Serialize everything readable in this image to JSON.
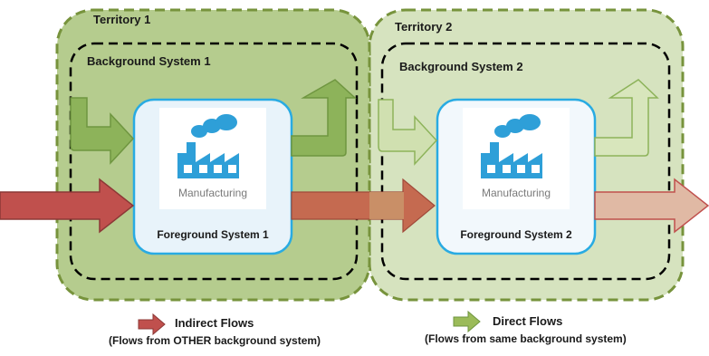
{
  "territories": [
    {
      "label": "Territory 1",
      "background_label": "Background System 1",
      "foreground_label": "Foreground System 1",
      "factory_label": "Manufacturing"
    },
    {
      "label": "Territory 2",
      "background_label": "Background System 2",
      "foreground_label": "Foreground System 2",
      "factory_label": "Manufacturing"
    }
  ],
  "legend": {
    "indirect": {
      "title": "Indirect Flows",
      "subtitle": "(Flows from OTHER background system)"
    },
    "direct": {
      "title": "Direct Flows",
      "subtitle": "(Flows from same background system)"
    }
  },
  "colors": {
    "territory1_fill": "#b5cc8e",
    "territory2_fill": "#d6e3bf",
    "territory_border": "#77933c",
    "foreground_border": "#29abe2",
    "indirect_arrow": "#c0504d",
    "direct_arrow": "#9bbb59",
    "factory_blue": "#2e9fd8"
  },
  "icons": [
    "factory-icon",
    "indirect-flow-arrow",
    "direct-flow-arrow"
  ]
}
